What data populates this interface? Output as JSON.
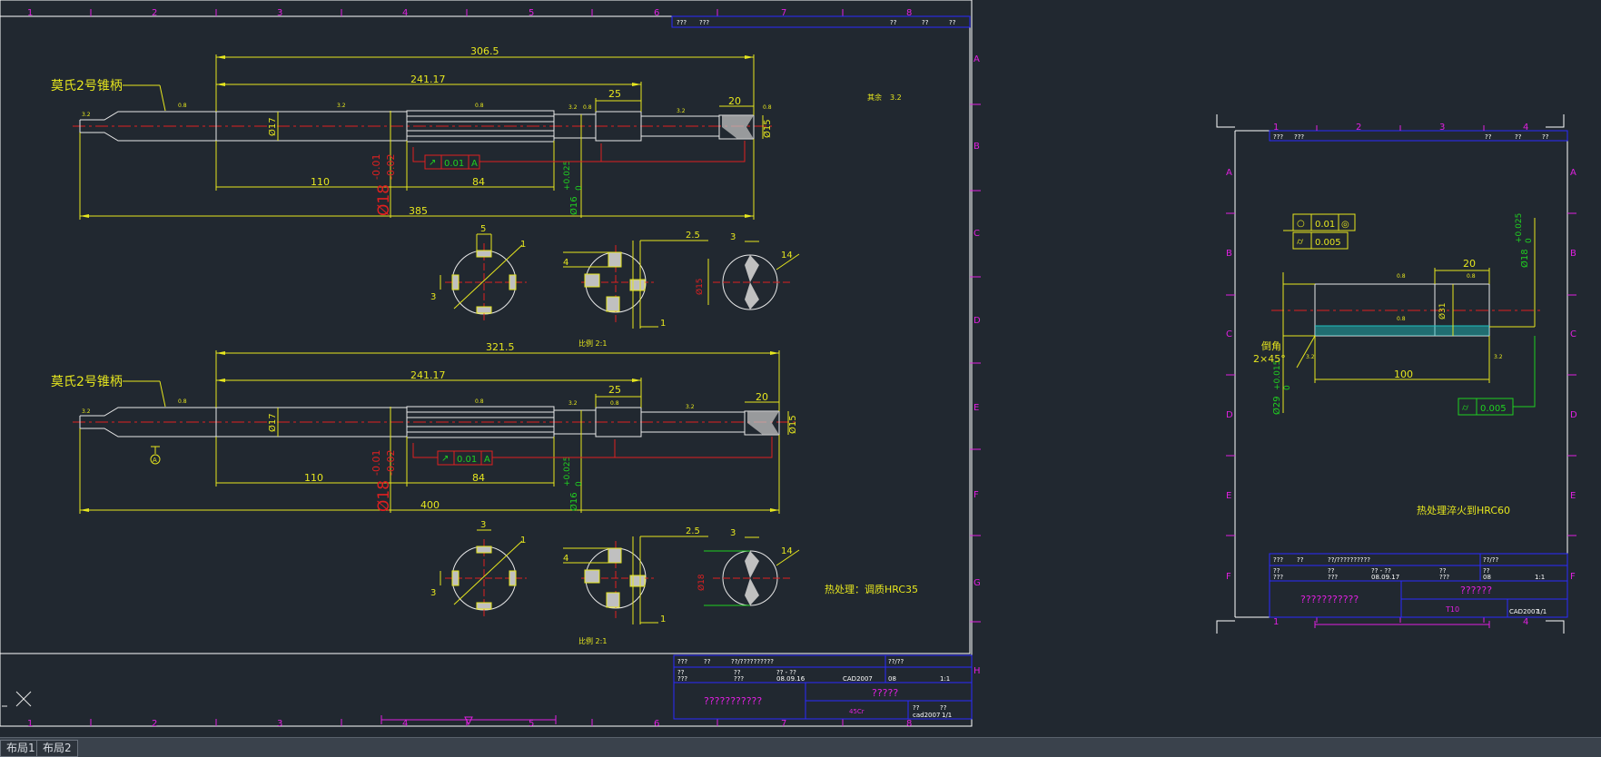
{
  "colors": {
    "background": "#212830",
    "yellow": "#e6e61e",
    "red": "#e02020",
    "green": "#20d020",
    "white": "#e8e8e8",
    "magenta": "#e020e0",
    "blue": "#2a2aff",
    "cyan": "#20c0c0"
  },
  "layout_tabs": [
    "布局1",
    "布局2"
  ],
  "grid_ruler": {
    "columns_left": [
      "1",
      "2",
      "3",
      "4",
      "5",
      "6",
      "7",
      "8"
    ],
    "rows_left": [
      "A",
      "B",
      "C",
      "D",
      "E",
      "F",
      "G",
      "H"
    ],
    "columns_right": [
      "1",
      "2",
      "3",
      "4"
    ],
    "rows_right": [
      "A",
      "B",
      "C",
      "D",
      "E",
      "F"
    ]
  },
  "drawing_top": {
    "taper_label": "莫氏2号锥柄",
    "dims": {
      "overall": "306.5",
      "length_a": "241.17",
      "d25": "25",
      "d20": "20",
      "d17": "Ø17",
      "d15": "Ø15",
      "d110": "110",
      "d84": "84",
      "d385": "385",
      "tol_dia": "Ø18",
      "tol_up": "-0.01",
      "tol_dn": "-0.02",
      "hole": "Ø16",
      "hole_up": "+0.025",
      "hole_dn": "0"
    },
    "fcf": {
      "sym": "↗",
      "val": "0.01",
      "ref": "A"
    },
    "rough": [
      "3.2",
      "0.8",
      "3.2",
      "0.8",
      "3.2",
      "0.8",
      "3.2",
      "0.8"
    ],
    "rough_other_label": "其余",
    "rough_other_val": "3.2"
  },
  "sections_top": {
    "s1": {
      "w": "5",
      "h": "3",
      "ang": "1"
    },
    "s2": {
      "a": "4",
      "b": "2.5",
      "c": "1"
    },
    "s3": {
      "w": "3",
      "ang": "14",
      "d": "Ø15"
    }
  },
  "scale_note_1": "比例 2:1",
  "drawing_bottom": {
    "taper_label": "莫氏2号锥柄",
    "dims": {
      "overall": "321.5",
      "length_a": "241.17",
      "d25": "25",
      "d20": "20",
      "d17": "Ø17",
      "d15": "Ø15",
      "d110": "110",
      "d84": "84",
      "d400": "400",
      "tol_dia": "Ø18",
      "tol_up": "-0.01",
      "tol_dn": "-0.02",
      "hole": "Ø16",
      "hole_up": "+0.025",
      "hole_dn": "0"
    },
    "fcf": {
      "sym": "↗",
      "val": "0.01",
      "ref": "A"
    },
    "datum": "A"
  },
  "sections_bottom": {
    "s1": {
      "w": "3",
      "h": "3",
      "ang": "1"
    },
    "s2": {
      "a": "4",
      "b": "2.5",
      "c": "1"
    },
    "s3": {
      "w": "3",
      "ang": "14",
      "d": "Ø18"
    }
  },
  "scale_note_2": "比例 2:1",
  "heat_note_1": "热处理：调质HRC35",
  "title_block_1": {
    "top_row": [
      "???",
      "??",
      "??/??????????",
      "??/??"
    ],
    "row2": [
      "??",
      "??",
      "?? - ??",
      "",
      ""
    ],
    "row3": [
      "???",
      "???",
      "08.09.16",
      "CAD2007",
      "08",
      "1:1"
    ],
    "name": "???????????",
    "part": "?????",
    "material": "45Cr",
    "sheet": [
      "??",
      "??"
    ],
    "code": "cad2007",
    "code2": "1/1"
  },
  "drawing_right": {
    "fcf1": {
      "sym": "○",
      "val": "0.01",
      "sym2": "◎"
    },
    "fcf2": {
      "sym": "⌭",
      "val": "0.005"
    },
    "fcf3": {
      "sym": "⌭",
      "val": "0.005"
    },
    "chamfer_label": "倒角",
    "chamfer_val": "2×45°",
    "dims": {
      "d20": "20",
      "d100": "100",
      "d31": "Ø31",
      "hole": "Ø18",
      "hole_tol": "+0.025",
      "hole_tol2": "0",
      "bore": "Ø29",
      "bore_tol": "+0.015",
      "bore_tol2": "0"
    },
    "rough": [
      "0.8",
      "0.8",
      "0.8",
      "3.2",
      "3.2"
    ],
    "heat_note": "热处理淬火到HRC60"
  },
  "title_block_2": {
    "top_row": [
      "???",
      "??",
      "??/??????????",
      "??/??"
    ],
    "row2": [
      "??",
      "??",
      "?? - ??",
      "??",
      "??"
    ],
    "row3": [
      "???",
      "???",
      "08.09.17",
      "???",
      "08",
      "1:1"
    ],
    "name": "???????????",
    "part": "??????",
    "material": "T10",
    "code": "CAD2007",
    "code2": "1/1"
  }
}
